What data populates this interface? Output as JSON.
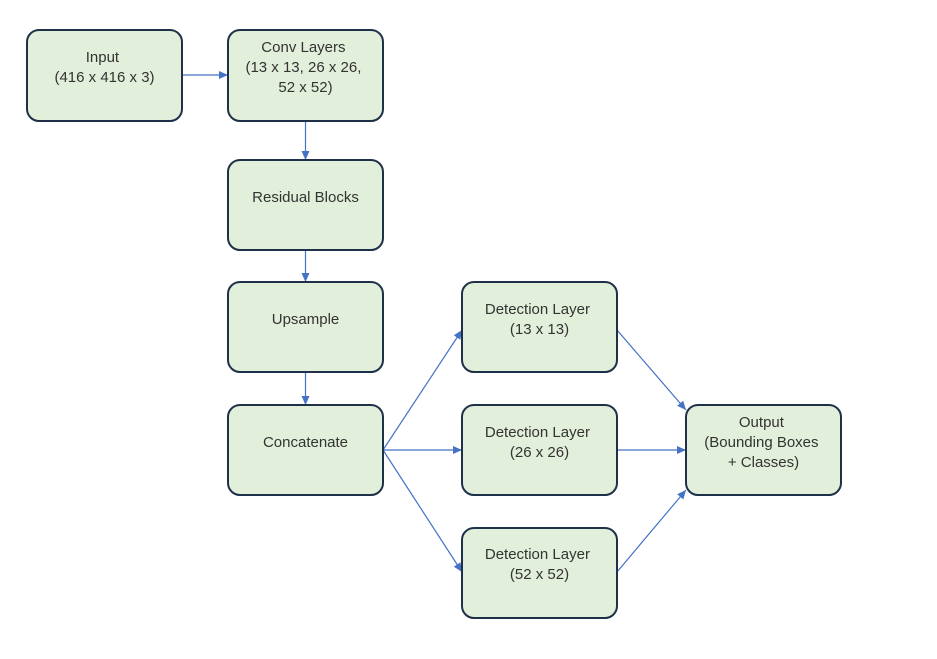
{
  "diagram": {
    "nodes": {
      "input": {
        "lines": [
          "Input",
          "(416 x 416 x 3)"
        ]
      },
      "conv": {
        "lines": [
          "Conv Layers",
          "(13 x 13, 26 x 26,",
          "52 x 52)"
        ]
      },
      "residual": {
        "lines": [
          "Residual Blocks"
        ]
      },
      "upsample": {
        "lines": [
          "Upsample"
        ]
      },
      "concat": {
        "lines": [
          "Concatenate"
        ]
      },
      "det13": {
        "lines": [
          "Detection Layer",
          "(13 x 13)"
        ]
      },
      "det26": {
        "lines": [
          "Detection Layer",
          "(26 x 26)"
        ]
      },
      "det52": {
        "lines": [
          "Detection Layer",
          "(52 x 52)"
        ]
      },
      "output": {
        "lines": [
          "Output",
          "(Bounding Boxes",
          "+ Classes)"
        ]
      }
    },
    "edges": [
      [
        "input",
        "conv"
      ],
      [
        "conv",
        "residual"
      ],
      [
        "residual",
        "upsample"
      ],
      [
        "upsample",
        "concat"
      ],
      [
        "concat",
        "det13"
      ],
      [
        "concat",
        "det26"
      ],
      [
        "concat",
        "det52"
      ],
      [
        "det13",
        "output"
      ],
      [
        "det26",
        "output"
      ],
      [
        "det52",
        "output"
      ]
    ],
    "colors": {
      "node_fill": "#e2efda",
      "node_border": "#1f3149",
      "edge": "#4472c4",
      "text": "#333333"
    }
  }
}
